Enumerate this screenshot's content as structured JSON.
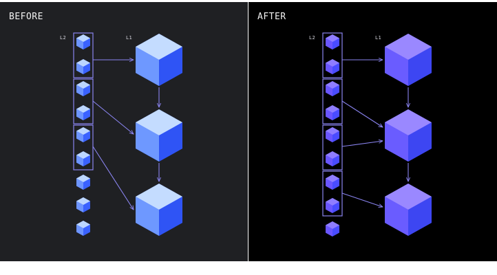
{
  "colors": {
    "before_background": "#1f2023",
    "after_background": "#000000",
    "title_text": "#f2f2f2",
    "label_text": "#d8d8e0",
    "connector": "#8a84f0",
    "group_box": "#8a84f0",
    "cube_blue": "#3a62ff",
    "cube_light": "#bcd6ff",
    "cube_violet": "#6a56ff"
  },
  "panels": {
    "before": {
      "title": "BEFORE",
      "l2_label": "L2",
      "l1_label": "L1",
      "small_cube_count": 9,
      "group_sizes": [
        2,
        2,
        2
      ],
      "ungrouped_cubes": 3,
      "edges": [
        {
          "from_group": 1,
          "to_large_cube": 1
        },
        {
          "from_group": 2,
          "to_large_cube": 2
        },
        {
          "from_group": 3,
          "to_large_cube": 3
        }
      ]
    },
    "after": {
      "title": "AFTER",
      "l2_label": "L2",
      "l1_label": "L1",
      "small_cube_count": 9,
      "group_sizes": [
        2,
        2,
        2,
        2
      ],
      "ungrouped_cubes": 1,
      "edges": [
        {
          "from_group": 1,
          "to_large_cube": 1
        },
        {
          "from_group": 2,
          "to_large_cube": 2
        },
        {
          "from_group": 3,
          "to_large_cube": 2
        },
        {
          "from_group": 4,
          "to_large_cube": 3
        }
      ]
    }
  }
}
